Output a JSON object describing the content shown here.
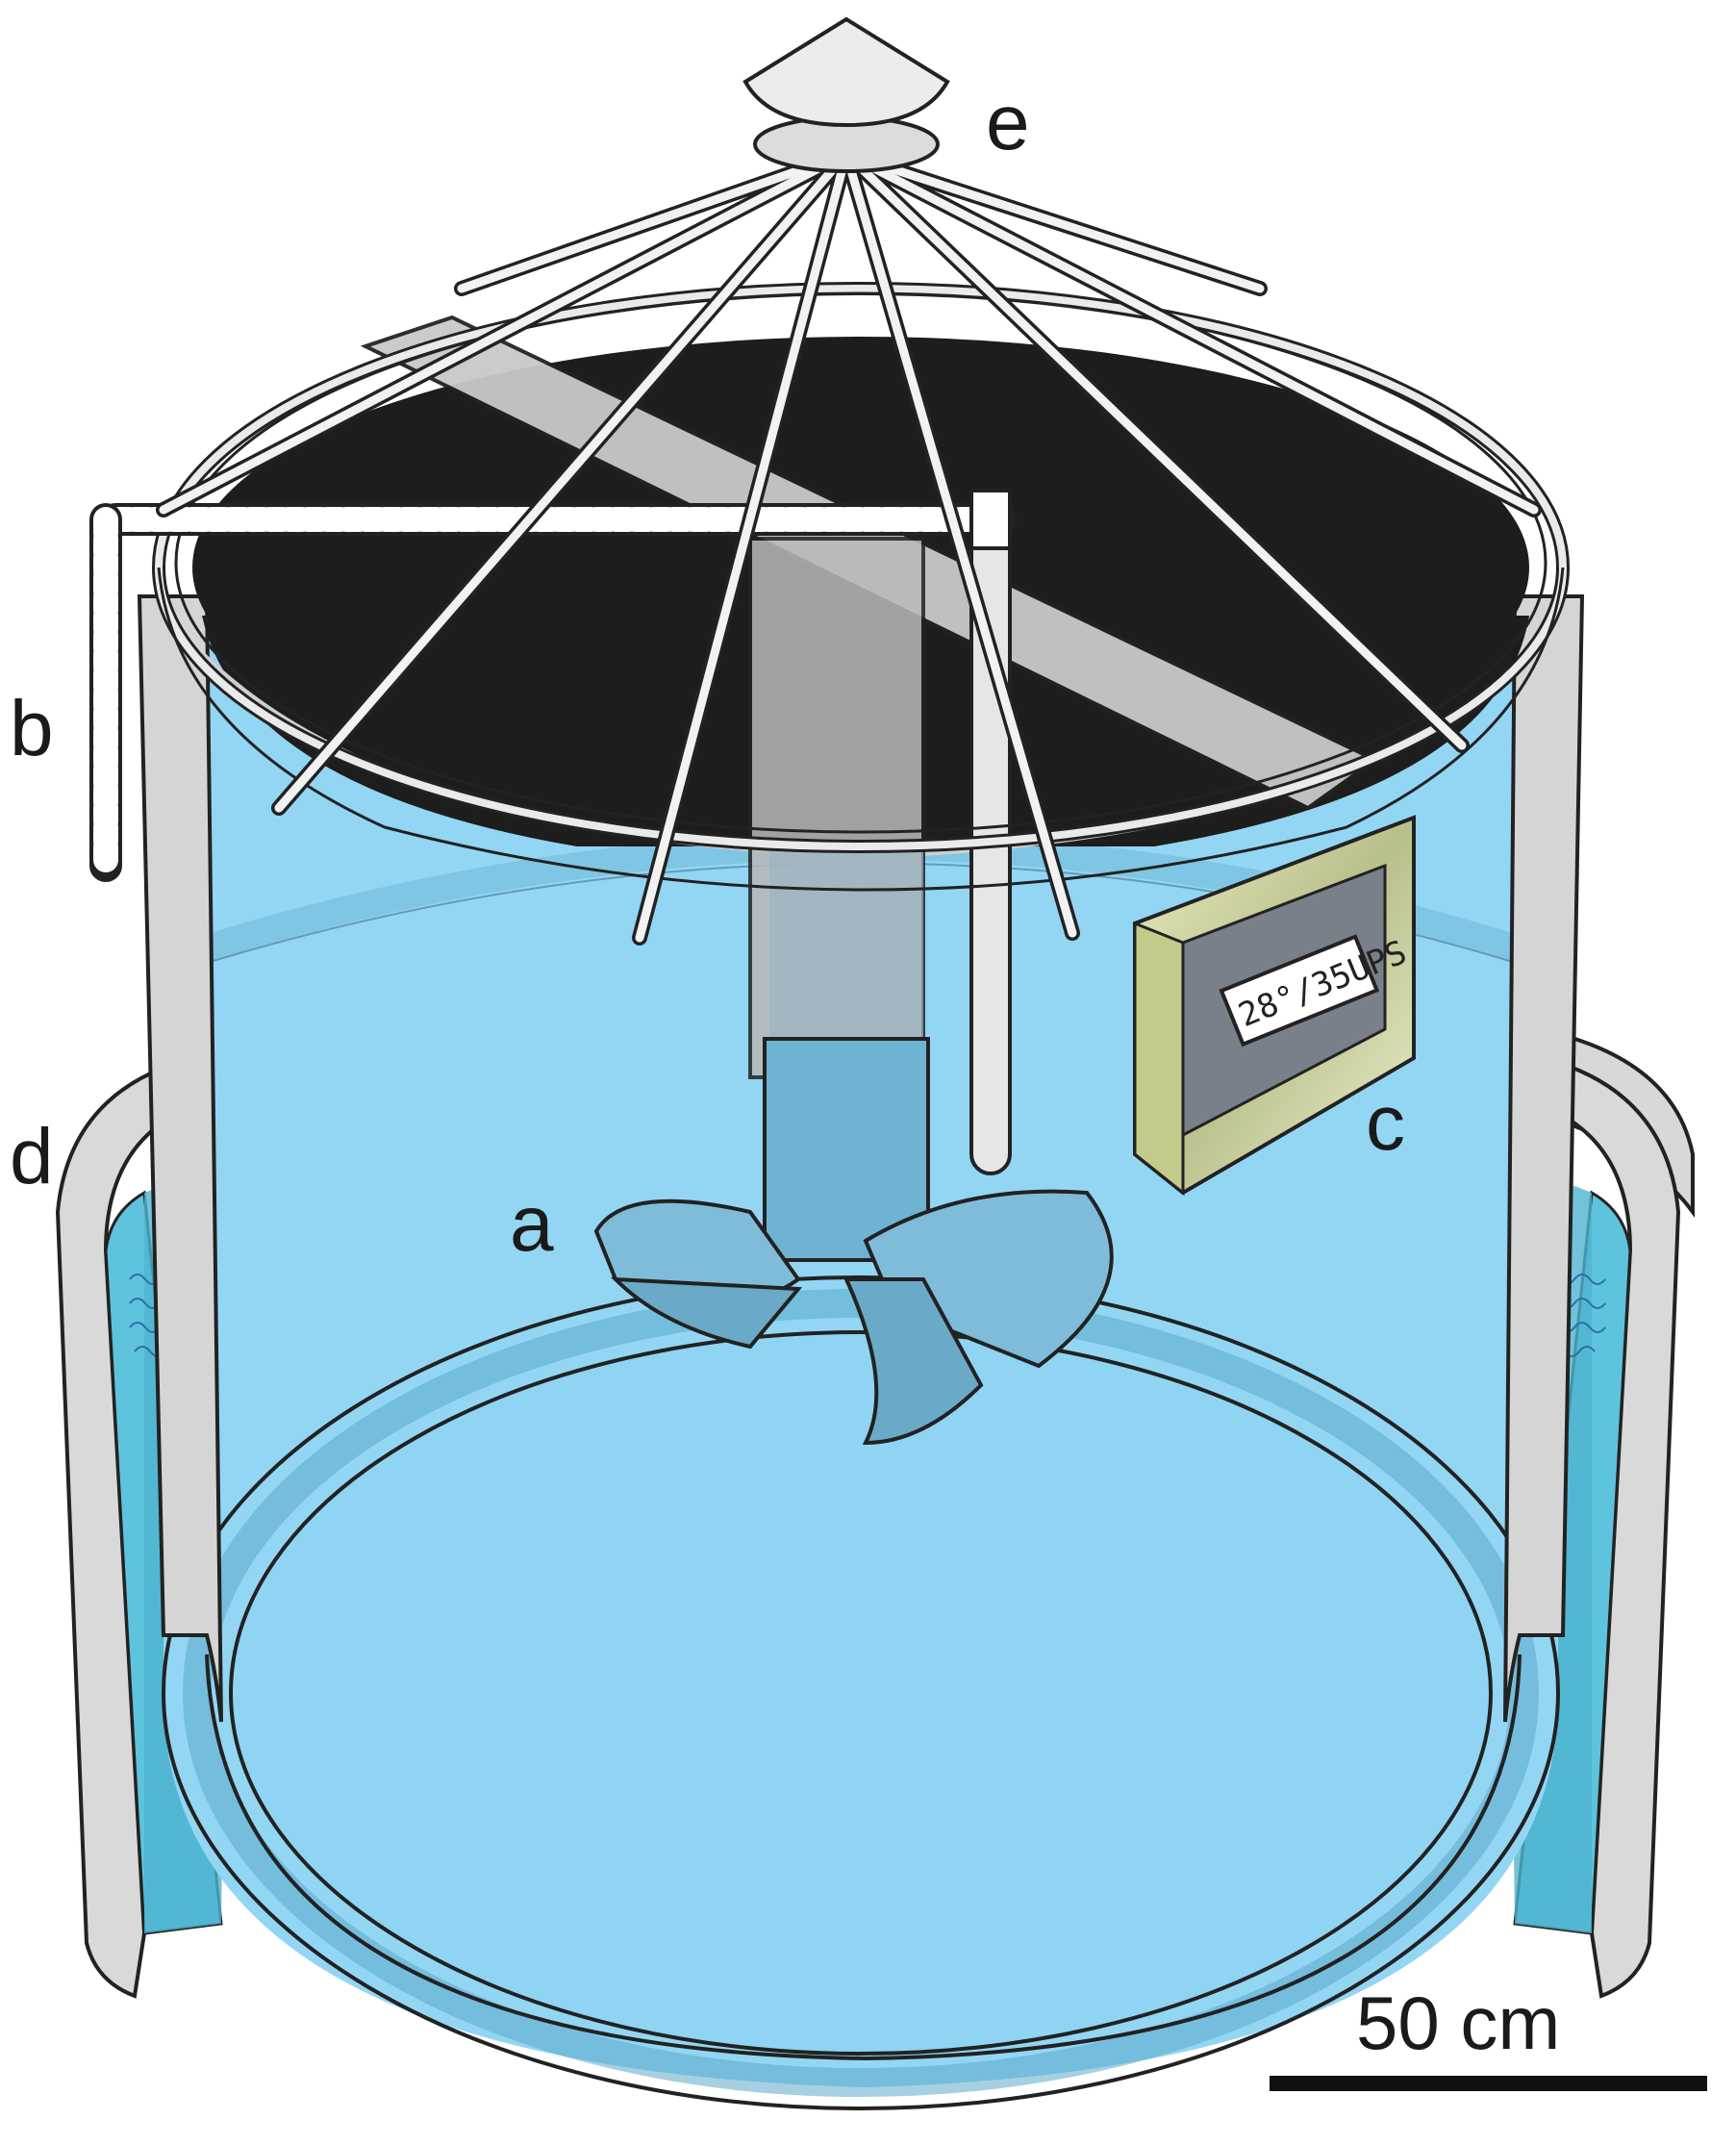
{
  "labels": {
    "a": "a",
    "b": "b",
    "c": "c",
    "d": "d",
    "e": "e"
  },
  "display_reading": "28°/35UPS",
  "scale_bar": {
    "text": "50 cm"
  },
  "colors": {
    "water": "#93d6f4",
    "water_dark": "#5fbfe3",
    "steel": "#d3d3d3",
    "lid_dark": "#1d1d1d",
    "propeller": "#6fb3d3",
    "sensor_box": "#cfd49a"
  },
  "icons": [
    "tank",
    "propeller",
    "air-hose",
    "sensor-box",
    "outer-ring",
    "lid-cone"
  ]
}
